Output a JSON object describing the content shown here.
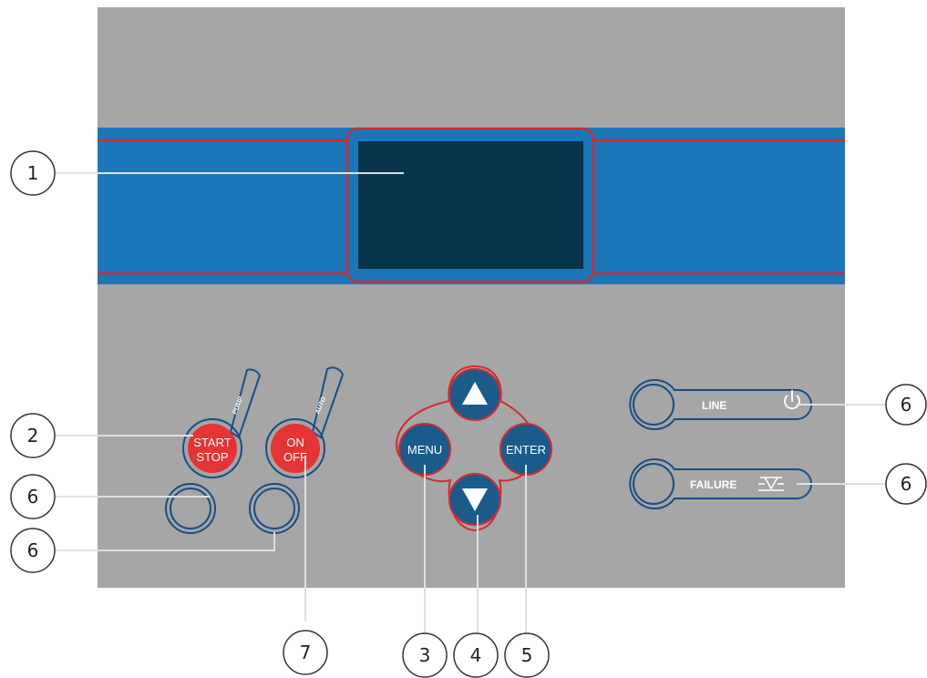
{
  "colors": {
    "panel": "#a6a6a6",
    "blue_band": "#1b77ba",
    "display": "#07334b",
    "red_line": "#d42a2f",
    "red_button": "#e63333",
    "blue_button": "#1a5b8c",
    "outline": "#174f86",
    "leader": "#e8e8e8"
  },
  "pump_group": {
    "slot_label": "PUMP",
    "button_line1": "START",
    "button_line2": "STOP"
  },
  "auto_group": {
    "slot_label": "AUTO",
    "button_line1": "ON",
    "button_line2": "OFF"
  },
  "nav": {
    "menu_label": "MENU",
    "enter_label": "ENTER",
    "up_icon": "triangle-up-icon",
    "down_icon": "triangle-down-icon"
  },
  "indicators": {
    "line_label": "LINE",
    "line_icon": "power-icon",
    "failure_label": "FAILURE",
    "failure_icon": "water-level-icon"
  },
  "callouts": {
    "display": "1",
    "start_stop": "2",
    "pump_led": "6",
    "auto_led": "6",
    "line_led": "6",
    "failure_led": "6",
    "menu": "3",
    "arrows": "4",
    "enter": "5",
    "on_off": "7"
  }
}
